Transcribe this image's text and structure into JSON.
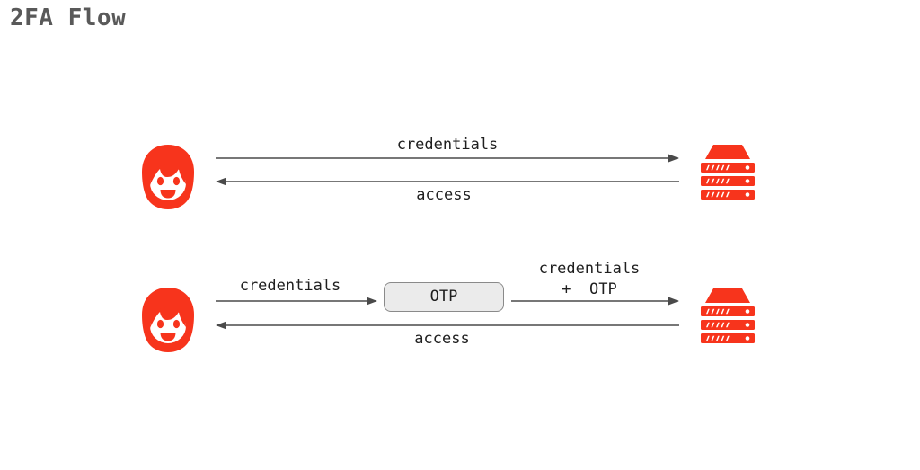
{
  "title": "2FA Flow",
  "colors": {
    "icon_red": "#f7341c",
    "arrow_gray": "#4a4a4a",
    "label_black": "#1f1f1f",
    "title_gray": "#595959",
    "otp_box_fill": "#ebebeb",
    "otp_box_border": "#8a8a8a"
  },
  "icons": {
    "actor": "user-face-icon",
    "target": "server-stack-icon"
  },
  "basic_flow": {
    "credentials_label": "credentials",
    "access_label": "access"
  },
  "otp_flow": {
    "credentials_label": "credentials",
    "otp_box_label": "OTP",
    "credentials_otp_label": "credentials\n+  OTP",
    "access_label": "access"
  }
}
